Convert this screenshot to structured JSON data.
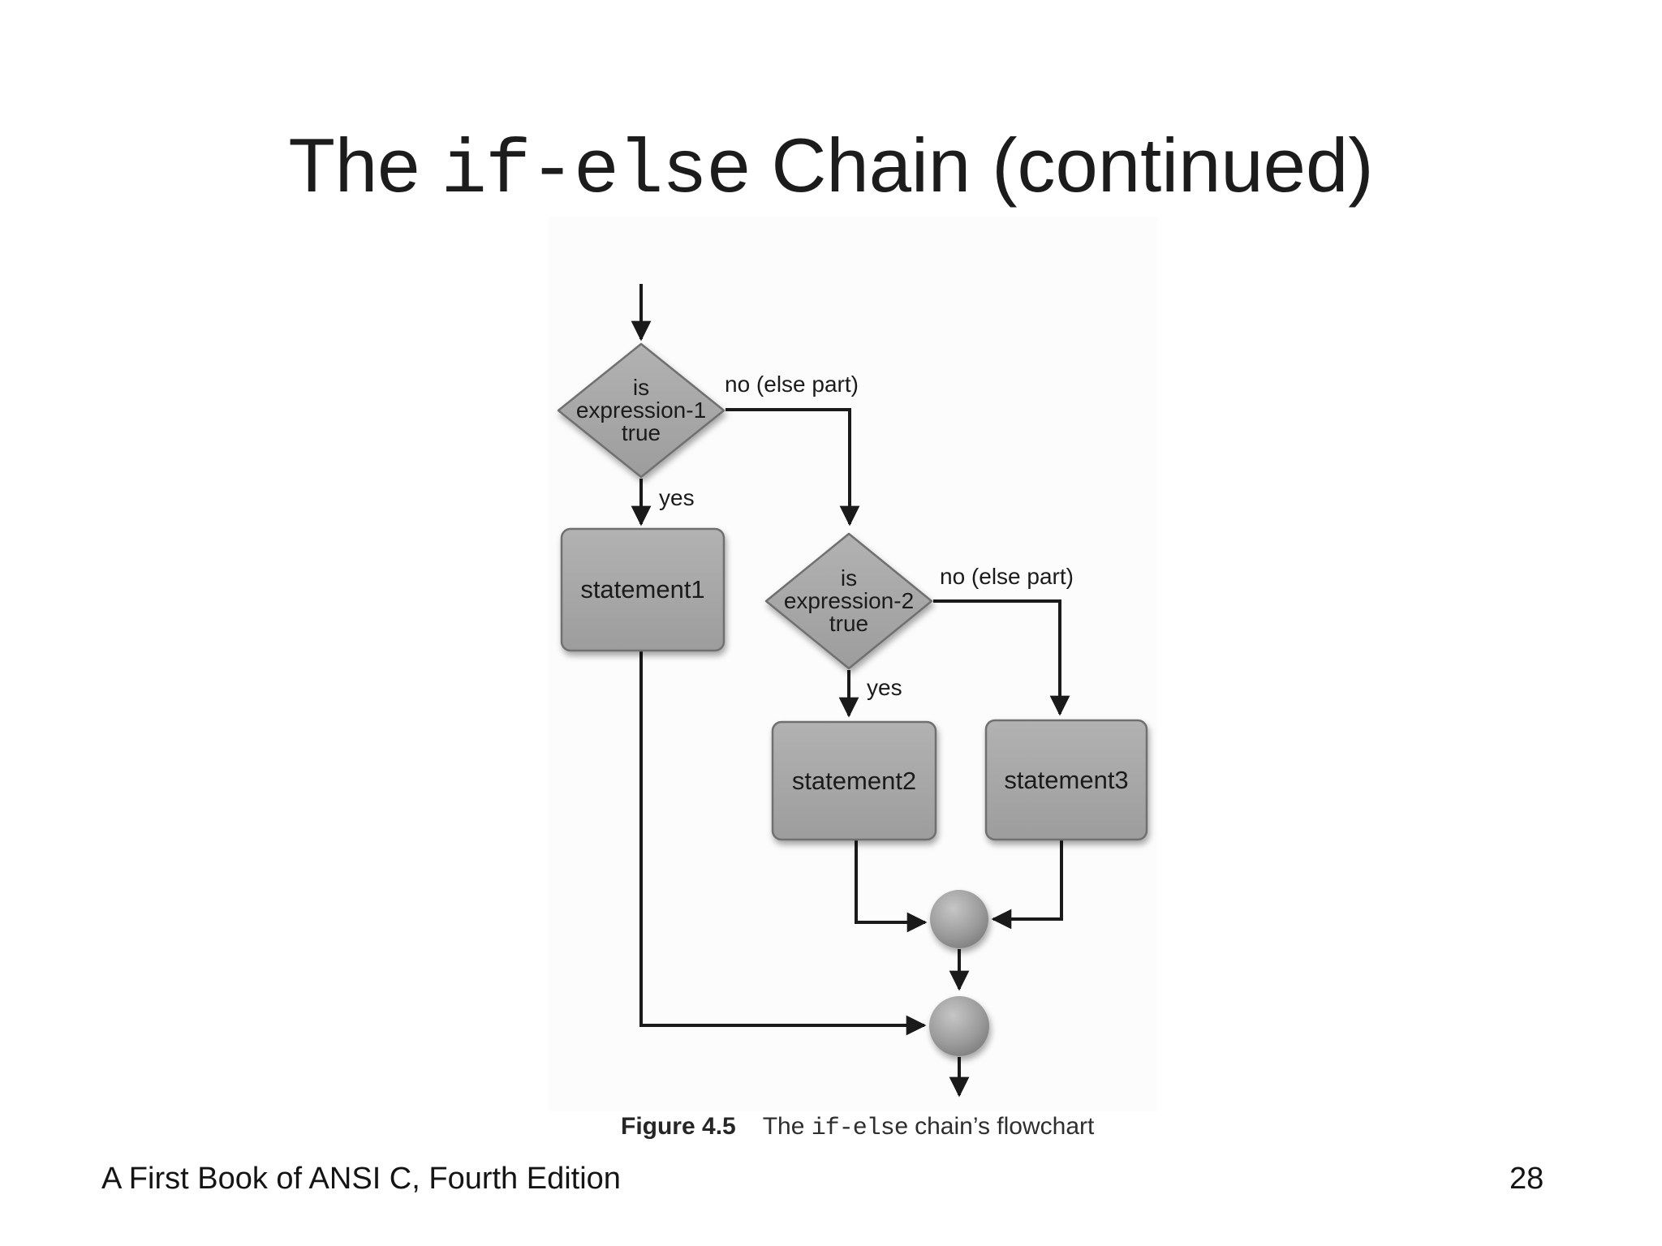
{
  "title": {
    "prefix": "The ",
    "code": "if-else",
    "suffix": " Chain (continued)"
  },
  "flowchart": {
    "decision1": {
      "lines": [
        "is",
        "expression-1",
        "true"
      ],
      "yes_label": "yes",
      "no_label": "no (else part)"
    },
    "decision2": {
      "lines": [
        "is",
        "expression-2",
        "true"
      ],
      "yes_label": "yes",
      "no_label": "no (else part)"
    },
    "statement1": "statement1",
    "statement2": "statement2",
    "statement3": "statement3"
  },
  "caption": {
    "label": "Figure 4.5",
    "text_prefix": "The ",
    "code": "if-else",
    "text_suffix": " chain’s flowchart"
  },
  "footer": {
    "left": "A First Book of ANSI C, Fourth Edition",
    "page_number": "28"
  },
  "colors": {
    "shape_fill": "#a8a8a8",
    "shape_border": "#6f6f6f",
    "line_color": "#1a1a1a",
    "text_color": "#1b1b1b",
    "background": "#ffffff"
  }
}
